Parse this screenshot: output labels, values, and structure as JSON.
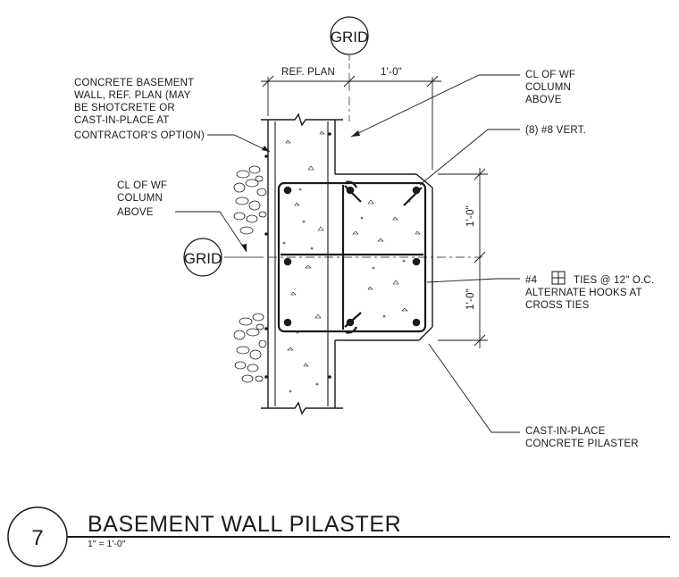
{
  "grid_marker": "GRID",
  "dimensions": {
    "ref_plan": "REF. PLAN",
    "top_1ft": "1'-0\"",
    "right_upper": "1'-0\"",
    "right_lower": "1'-0\""
  },
  "notes": {
    "basement_wall": [
      "CONCRETE BASEMENT",
      "WALL, REF. PLAN (MAY",
      "BE SHOTCRETE OR",
      "CAST-IN-PLACE AT",
      "CONTRACTOR'S OPTION)"
    ],
    "cl_left": [
      "CL OF WF",
      "COLUMN",
      "ABOVE"
    ],
    "cl_right": [
      "CL OF WF",
      "COLUMN",
      "ABOVE"
    ],
    "vert_bars": [
      "(8) #8 VERT."
    ],
    "ties_prefix": "#4",
    "ties_line1_suffix": "TIES @ 12\" O.C.",
    "ties_rest": [
      "ALTERNATE HOOKS AT",
      "CROSS TIES"
    ],
    "pilaster": [
      "CAST-IN-PLACE",
      "CONCRETE PILASTER"
    ]
  },
  "title_block": {
    "detail_number": "7",
    "title": "BASEMENT WALL PILASTER",
    "scale": "1\" = 1'-0\""
  }
}
